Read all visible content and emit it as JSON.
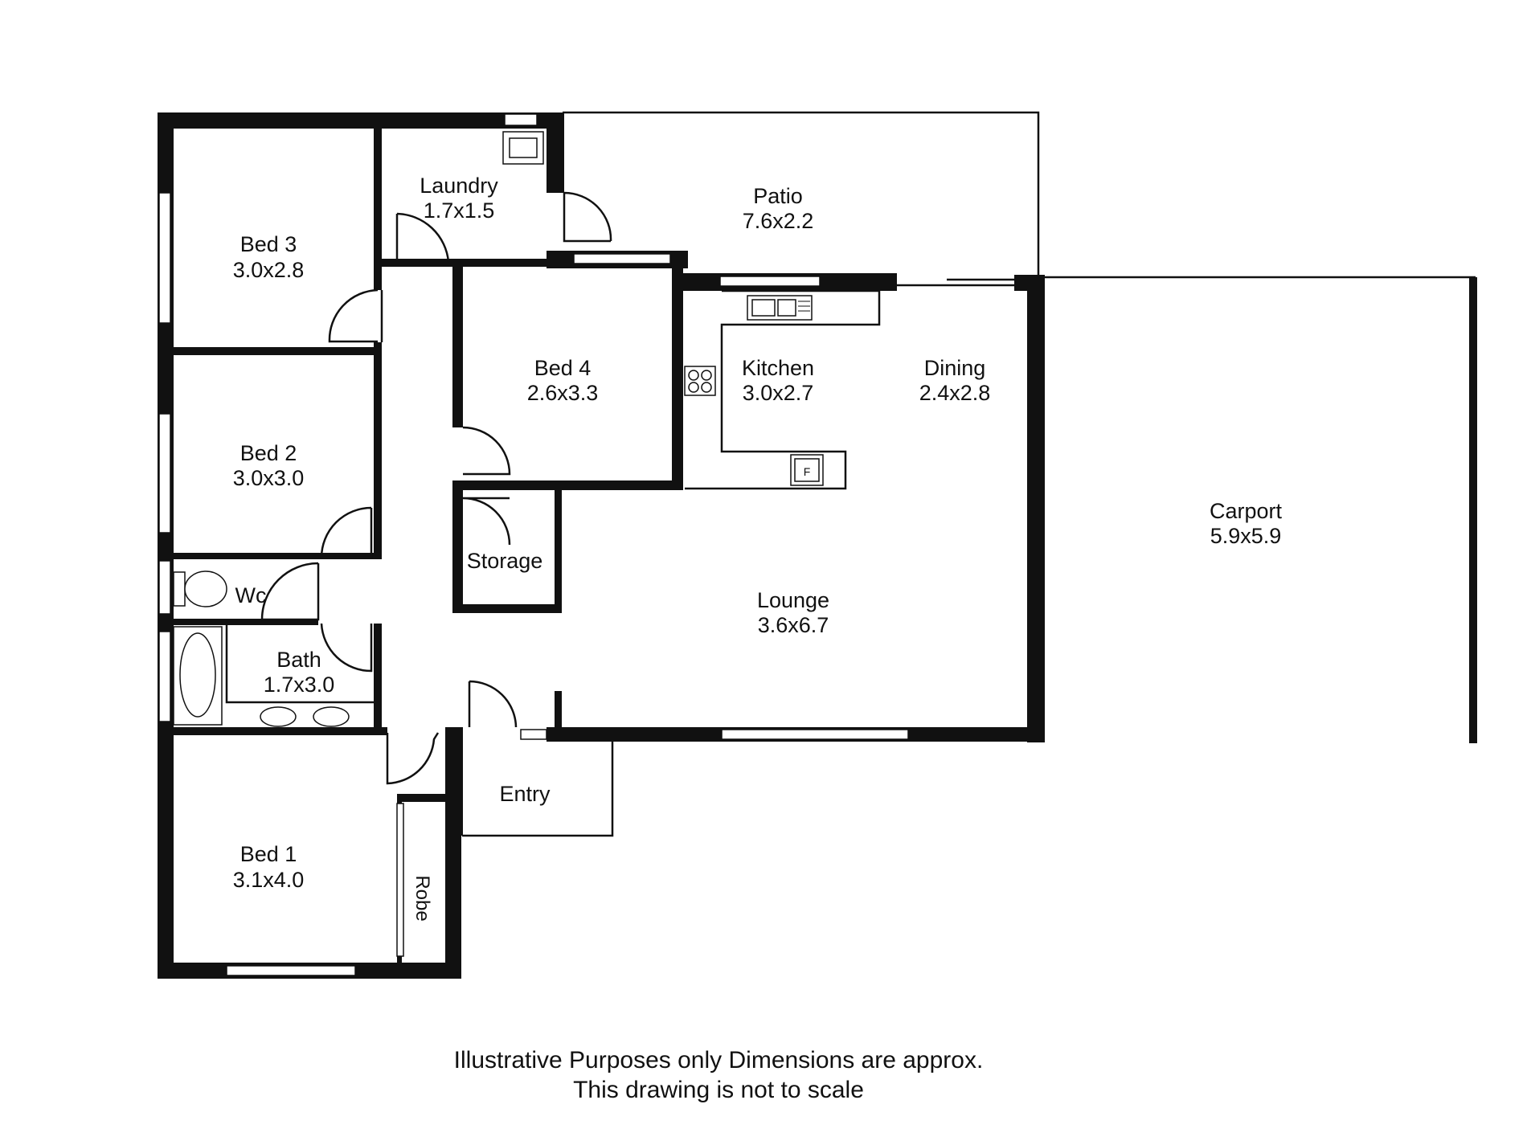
{
  "rooms": {
    "bed3": {
      "name": "Bed 3",
      "size": "3.0x2.8"
    },
    "laundry": {
      "name": "Laundry",
      "size": "1.7x1.5"
    },
    "patio": {
      "name": "Patio",
      "size": "7.6x2.2"
    },
    "bed4": {
      "name": "Bed 4",
      "size": "2.6x3.3"
    },
    "kitchen": {
      "name": "Kitchen",
      "size": "3.0x2.7"
    },
    "dining": {
      "name": "Dining",
      "size": "2.4x2.8"
    },
    "bed2": {
      "name": "Bed 2",
      "size": "3.0x3.0"
    },
    "storage": {
      "name": "Storage"
    },
    "carport": {
      "name": "Carport",
      "size": "5.9x5.9"
    },
    "wc": {
      "name": "Wc"
    },
    "lounge": {
      "name": "Lounge",
      "size": "3.6x6.7"
    },
    "bath": {
      "name": "Bath",
      "size": "1.7x3.0"
    },
    "entry": {
      "name": "Entry"
    },
    "bed1": {
      "name": "Bed 1",
      "size": "3.1x4.0"
    },
    "robe": {
      "name": "Robe"
    }
  },
  "fixtures": {
    "fridge_mark": "F"
  },
  "footer": {
    "line1": "Illustrative Purposes only Dimensions are approx.",
    "line2": "This drawing is not to scale"
  }
}
